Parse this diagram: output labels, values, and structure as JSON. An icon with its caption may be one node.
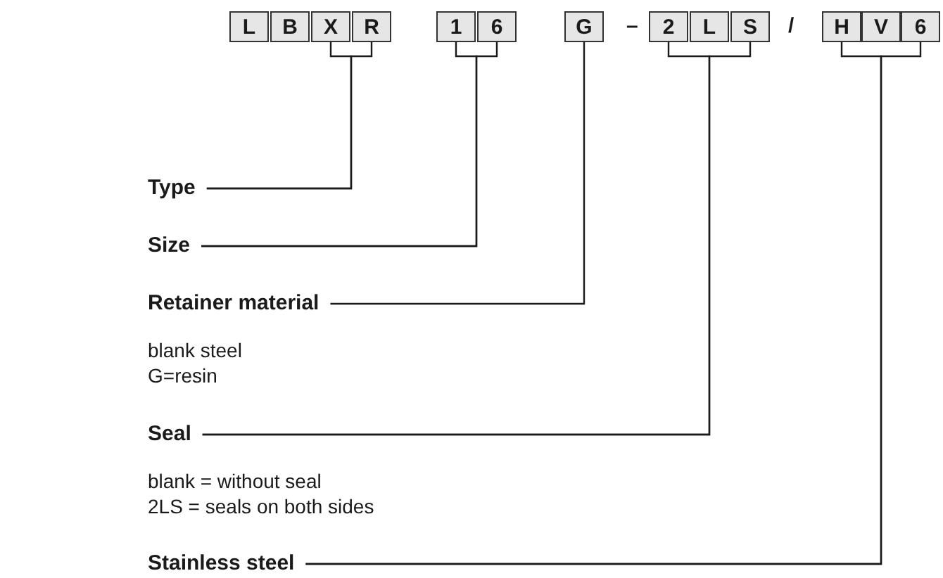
{
  "diagram": {
    "nodes": [
      {
        "text": [
          "L"
        ]
      },
      {
        "text": [
          "B"
        ]
      },
      {
        "text": [
          "X"
        ]
      },
      {
        "text": [
          "R"
        ]
      },
      {
        "text": [
          "1"
        ]
      },
      {
        "text": [
          "6"
        ]
      },
      {
        "text": [
          "G"
        ]
      },
      {
        "text": [
          "2"
        ]
      },
      {
        "text": [
          "L"
        ]
      },
      {
        "text": [
          "S"
        ]
      },
      {
        "text": [
          "H"
        ]
      },
      {
        "text": [
          "V"
        ]
      },
      {
        "text": [
          "6"
        ]
      },
      {
        "text": [
          "Type"
        ]
      },
      {
        "text": [
          "Size"
        ]
      },
      {
        "text": [
          "Retainer material"
        ],
        "beside": [
          "blank steel",
          "G=resin"
        ]
      },
      {
        "text": [
          "Seal"
        ],
        "beside": [
          "blank = without seal",
          "2LS = seals on both sides"
        ]
      },
      {
        "text": [
          "Stainless steel"
        ]
      }
    ],
    "edges": [
      {
        "from": 13,
        "to": 2,
        "arrow": "none"
      },
      {
        "from": 13,
        "to": 3,
        "arrow": "none"
      },
      {
        "from": 14,
        "to": 4,
        "arrow": "none"
      },
      {
        "from": 14,
        "to": 5,
        "arrow": "none"
      },
      {
        "from": 15,
        "to": 6,
        "arrow": "none"
      },
      {
        "from": 16,
        "to": 7,
        "arrow": "none"
      },
      {
        "from": 16,
        "to": 9,
        "arrow": "none"
      },
      {
        "from": 17,
        "to": 10,
        "arrow": "none"
      },
      {
        "from": 17,
        "to": 12,
        "arrow": "none"
      }
    ],
    "labels": [
      "–",
      "/"
    ]
  }
}
